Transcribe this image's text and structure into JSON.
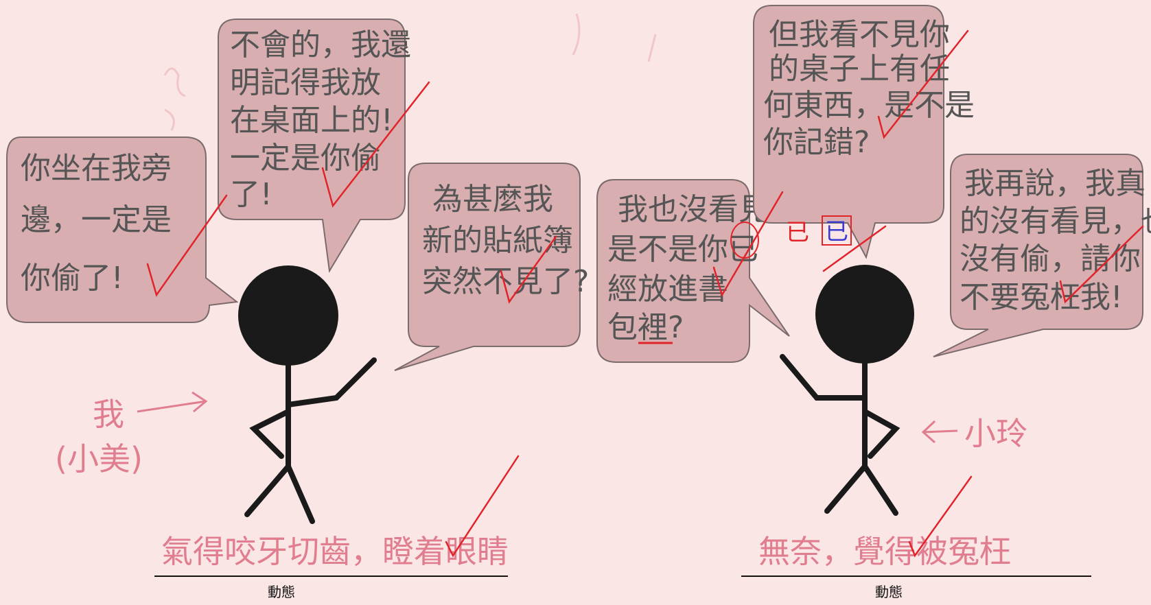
{
  "colors": {
    "paper": "#fbe6e6",
    "bubble_fill": "#d9aeb0",
    "bubble_stroke": "#7a6b6c",
    "pencil": "#555555",
    "red_mark": "#e0242a",
    "blue_mark": "#3a3ccf",
    "pink_writing": "#e07d8e",
    "figure": "#1a1a1a"
  },
  "left_scene": {
    "bubble1_lines": [
      "你坐在我旁",
      "邊，一定是",
      "你偷了!"
    ],
    "bubble2_lines": [
      "不會的，我還",
      "明記得我放",
      "在桌面上的!",
      "一定是你偷",
      "了!"
    ],
    "bubble3_lines": [
      "為甚麼我",
      "新的貼紙簿",
      "突然不見了?"
    ],
    "label_name": "我",
    "label_paren": "(小美)",
    "caption": "氣得咬牙切齒，瞪着眼睛",
    "caption_label": "動態"
  },
  "right_scene": {
    "bubble4_lines": [
      "我也沒看見",
      "是不是你已",
      "經放進書",
      "包裡?"
    ],
    "bubble5_lines": [
      "但我看不見你",
      "的桌子上有任",
      "何東西，是不是",
      "你記錯?"
    ],
    "bubble6_lines": [
      "我再說，我真",
      "的沒有看見，也",
      "沒有偷，請你",
      "不要冤枉我!"
    ],
    "correction_red": "已",
    "correction_blue": "已",
    "label_name": "小玲",
    "caption": "無奈，覺得被冤枉",
    "caption_label": "動態"
  },
  "icons": [
    "checkmark-icon",
    "arrow-right-icon",
    "arrow-left-icon",
    "stick-figure-icon"
  ]
}
